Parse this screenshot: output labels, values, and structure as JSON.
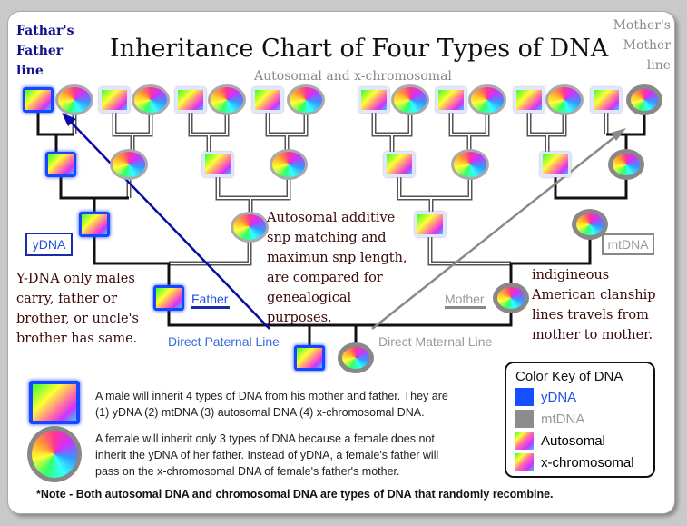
{
  "header": {
    "title": "Inheritance Chart of Four Types of DNA",
    "subtitle": "Autosomal and x-chromosomal",
    "left_corner": [
      "Fathar's",
      "Father",
      "line"
    ],
    "right_corner": [
      "Mother's",
      "Mother",
      "line"
    ]
  },
  "labels": {
    "ydna": "yDNA",
    "mtdna": "mtDNA",
    "father": "Father",
    "mother": "Mother",
    "paternal_line": "Direct Paternal Line",
    "maternal_line": "Direct Maternal Line"
  },
  "notes": {
    "ydna_note": [
      "Y-DNA only males",
      "carry, father or",
      "brother, or uncle's",
      "brother has same."
    ],
    "autosomal_note": [
      "Autosomal additive",
      "snp matching and",
      "maximun snp length,",
      "are compared for",
      "genealogical",
      "purposes."
    ],
    "mtdna_note": [
      "indigineous",
      "American clanship",
      "lines travels from",
      "mother to mother."
    ]
  },
  "legend_text": {
    "male": [
      "A male will inherit 4 types of DNA from his mother and father. They are",
      "(1) yDNA (2) mtDNA (3) autosomal DNA (4) x-chromosomal DNA."
    ],
    "female": [
      "A female will inherit only 3 types of DNA because a female does not",
      "inherit the yDNA of her father. Instead of yDNA, a female's father will",
      "pass on the x-chromosomal DNA of female's father's mother."
    ],
    "footnote": "*Note - Both autosomal DNA and chromosomal DNA are types of DNA that randomly recombine."
  },
  "color_key": {
    "title": "Color Key of DNA",
    "items": [
      {
        "label": "yDNA",
        "color": "#1450ff"
      },
      {
        "label": "mtDNA",
        "color": "#8c8c8c"
      },
      {
        "label": "Autosomal",
        "color": "gradient"
      },
      {
        "label": "x-chromosomal",
        "color": "gradient"
      }
    ]
  },
  "colors": {
    "ydna": "#1450ff",
    "mtdna": "#8c8c8c",
    "text": "#3a0808"
  }
}
